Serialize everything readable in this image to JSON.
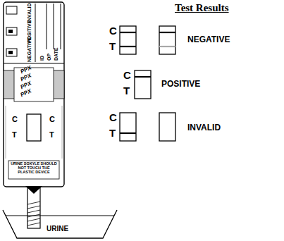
{
  "diagram": {
    "title": "Test Results",
    "labels": [
      "INVALID",
      "POSITIVE",
      "NEGATIVE",
      "ID",
      "OP",
      "DATE",
      "PPX",
      "PPX",
      "PPX",
      "PPX",
      "C",
      "T",
      "C",
      "T",
      "URINE SOXYLE SHOULD NOT TOUCH THE PLASTIC DEVICE",
      "URINE",
      "C",
      "T",
      "NEGATIVE",
      "C",
      "T",
      "POSITIVE",
      "C",
      "T",
      "INVALID"
    ]
  }
}
